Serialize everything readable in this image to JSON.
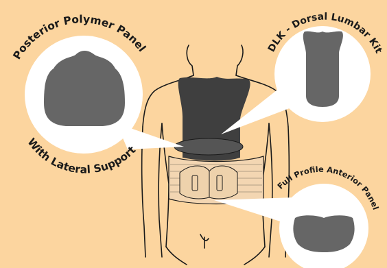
{
  "labels": {
    "posterior_panel_top": "Posterior Polymer Panel",
    "posterior_panel_bottom": "With Lateral Support",
    "dlk_kit": "DLK - Dorsal Lumbar Kit",
    "anterior_panel": "Full Profile Anterior Panel"
  },
  "colors": {
    "background": "#fcd59f",
    "panel_gray": "#666666",
    "dark_gray": "#3f3f3f",
    "callout_white": "#ffffff",
    "outline": "#1a1a1a",
    "brace_tan": "#f3d6b2"
  }
}
